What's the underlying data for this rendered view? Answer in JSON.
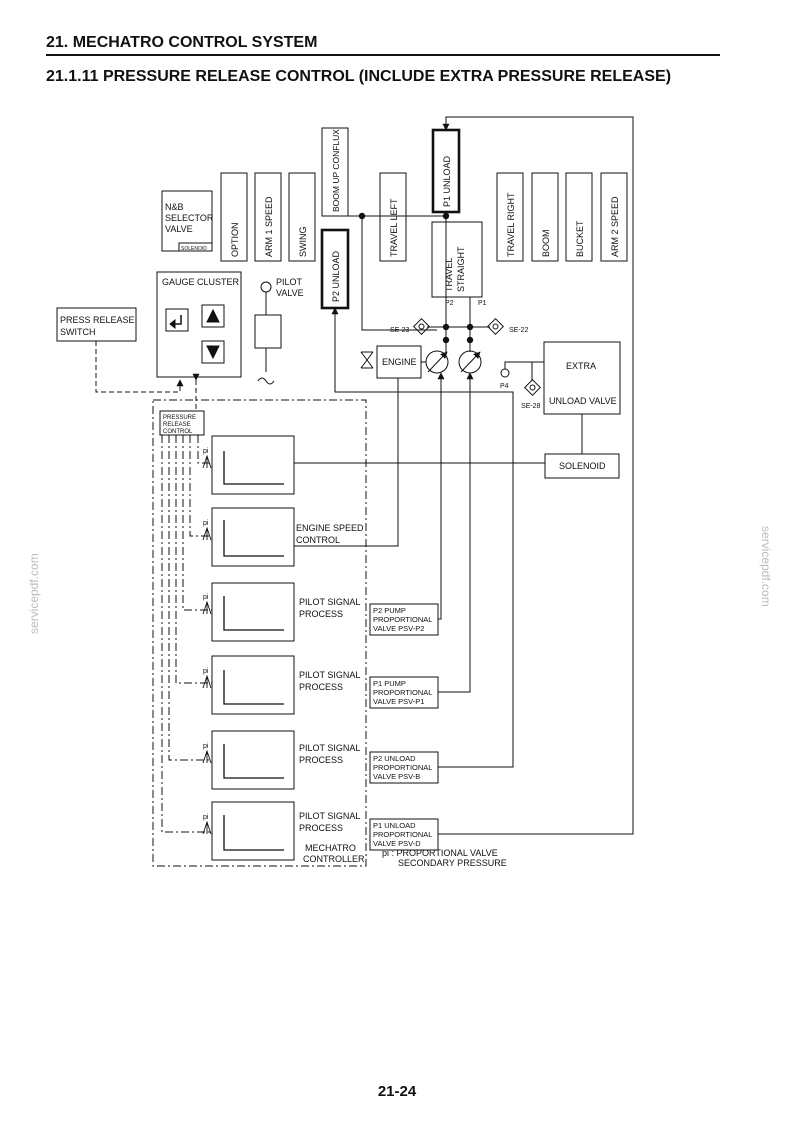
{
  "header": {
    "section": "21.  MECHATRO CONTROL SYSTEM",
    "subsection": "21.1.11 PRESSURE RELEASE CONTROL (INCLUDE EXTRA PRESSURE RELEASE)"
  },
  "watermark": "servicepdf.com",
  "page_number": "21-24",
  "diagram": {
    "nb_valve": [
      "N&B",
      "SELECTOR",
      "VALVE"
    ],
    "solenoid_small": "SOLENOID",
    "spools_left": [
      "OPTION",
      "ARM 1 SPEED",
      "SWING",
      "BOOM UP CONFLUX"
    ],
    "travel_left": "TRAVEL LEFT",
    "p2_unload": "P2 UNLOAD",
    "p1_unload": "P1 UNLOAD",
    "travel_straight": [
      "TRAVEL",
      "STRAIGHT"
    ],
    "port_p2": "P2",
    "port_p1": "P1",
    "spools_right": [
      "TRAVEL RIGHT",
      "BOOM",
      "BUCKET",
      "ARM 2 SPEED"
    ],
    "pilot_valve": [
      "PILOT",
      "VALVE"
    ],
    "gauge_cluster": "GAUGE CLUSTER",
    "press_release_switch": [
      "PRESS RELEASE",
      "SWITCH"
    ],
    "engine": "ENGINE",
    "se23": "SE-23",
    "se22": "SE-22",
    "se28": "SE-28",
    "p4": "P4",
    "extra": "EXTRA",
    "unload_valve": "UNLOAD VALVE",
    "solenoid": "SOLENOID",
    "pressure_release_control": [
      "PRESSURE",
      "RELEASE",
      "CONTROL"
    ],
    "pi": "pi",
    "engine_speed_control": [
      "ENGINE SPEED",
      "CONTROL"
    ],
    "pilot_signal_process": [
      "PILOT SIGNAL",
      "PROCESS"
    ],
    "psv_p2": [
      "P2 PUMP",
      "PROPORTIONAL",
      "VALVE  PSV-P2"
    ],
    "psv_p1": [
      "P1 PUMP",
      "PROPORTIONAL",
      "VALVE  PSV-P1"
    ],
    "psv_b": [
      "P2 UNLOAD",
      "PROPORTIONAL",
      "VALVE PSV-B"
    ],
    "psv_d": [
      "P1 UNLOAD",
      "PROPORTIONAL",
      "VALVE PSV-D"
    ],
    "mechatro_controller": [
      "MECHATRO",
      "CONTROLLER"
    ],
    "pi_note": [
      "pi : PROPORTIONAL VALVE",
      "SECONDARY PRESSURE"
    ]
  }
}
